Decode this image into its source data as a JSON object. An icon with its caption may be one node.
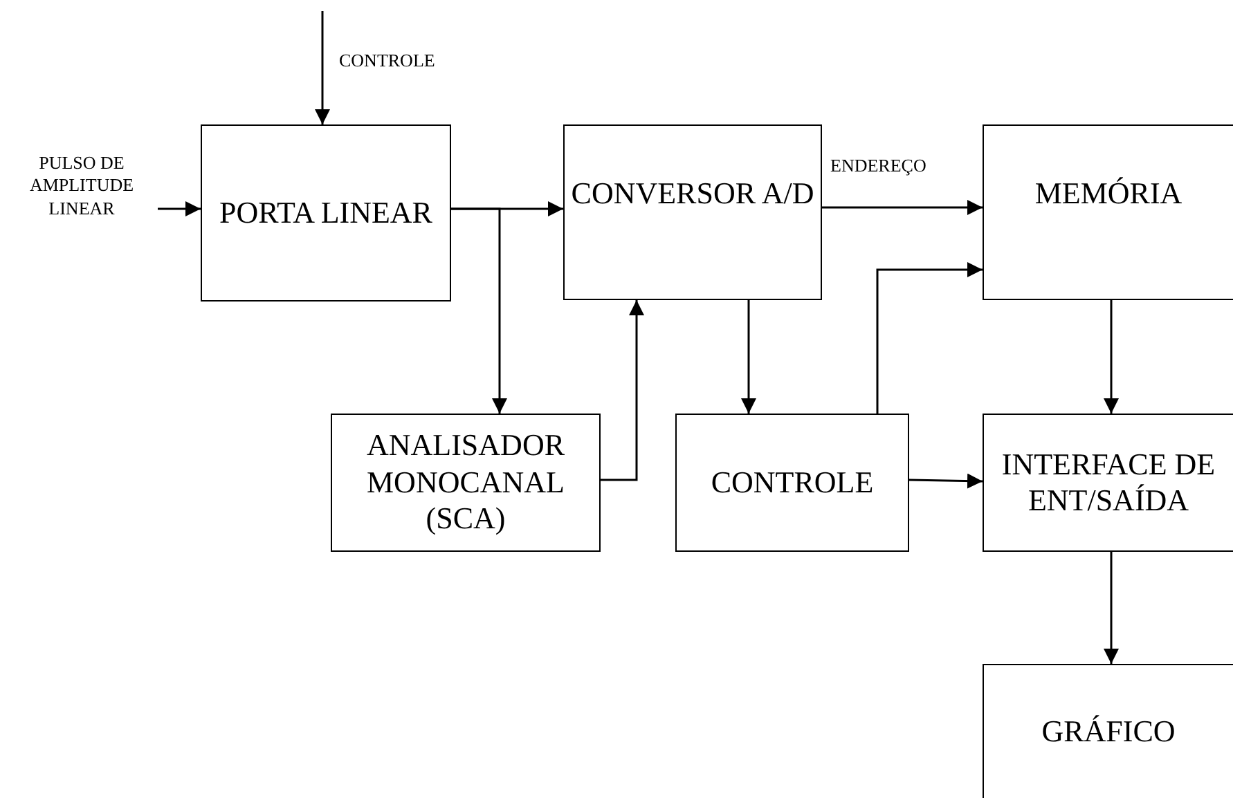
{
  "diagram": {
    "nodes": [
      {
        "text": [
          "PORTA LINEAR"
        ]
      },
      {
        "text": [
          "CONVERSOR A/D"
        ]
      },
      {
        "text": [
          "MEMÓRIA"
        ]
      },
      {
        "text": [
          "ANALISADOR MONOCANAL (SCA)"
        ]
      },
      {
        "text": [
          "CONTROLE"
        ]
      },
      {
        "text": [
          "INTERFACE DE ENT/SAÍDA"
        ]
      },
      {
        "text": [
          "GRÁFICO"
        ]
      }
    ],
    "edges": [
      {
        "from": null,
        "to": 0,
        "arrow": "to",
        "label": "PULSO DE AMPLITUDE LINEAR"
      },
      {
        "from": null,
        "to": 0,
        "arrow": "to",
        "label": "CONTROLE"
      },
      {
        "from": 0,
        "to": 1,
        "arrow": "to"
      },
      {
        "from": 0,
        "to": 3,
        "arrow": "to"
      },
      {
        "from": 3,
        "to": 1,
        "arrow": "to"
      },
      {
        "from": 1,
        "to": 2,
        "arrow": "to",
        "label": "ENDEREÇO"
      },
      {
        "from": 1,
        "to": 4,
        "arrow": "to"
      },
      {
        "from": 4,
        "to": 2,
        "arrow": "to"
      },
      {
        "from": 4,
        "to": 5,
        "arrow": "to"
      },
      {
        "from": 2,
        "to": 5,
        "arrow": "to"
      },
      {
        "from": 5,
        "to": 6,
        "arrow": "to"
      }
    ]
  }
}
